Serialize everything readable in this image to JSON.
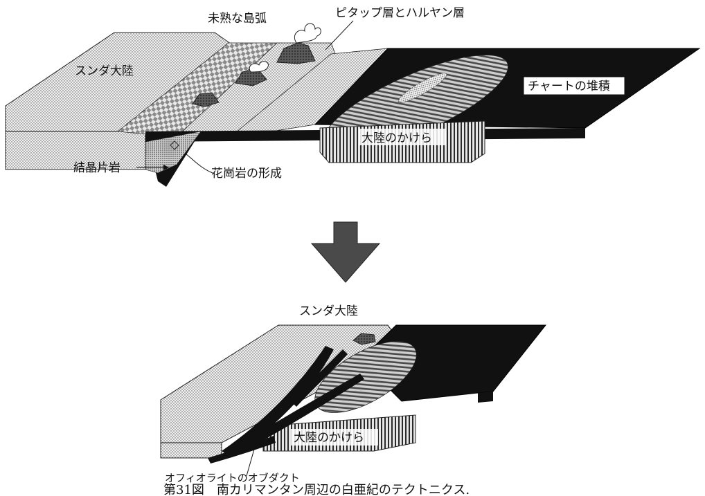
{
  "upper_diagram": {
    "labels": {
      "immature_arc": "未熟な島弧",
      "pitap_haruyan": "ピタップ層とハルヤン層",
      "sunda_continent": "スンダ大陸",
      "chert": "チャートの堆積",
      "continental_fragment": "大陸のかけら",
      "crystalline_schist": "結晶片岩",
      "granite_formation": "花崗岩の形成"
    }
  },
  "lower_diagram": {
    "labels": {
      "sunda_continent": "スンダ大陸",
      "continental_fragment": "大陸のかけら",
      "ophiolite_obduction": "オフィオライトのオブダクト"
    }
  },
  "caption": "第31図　南カリマンタン周辺の白亜紀のテクトニクス.",
  "icons": [
    "down-arrow-icon"
  ]
}
